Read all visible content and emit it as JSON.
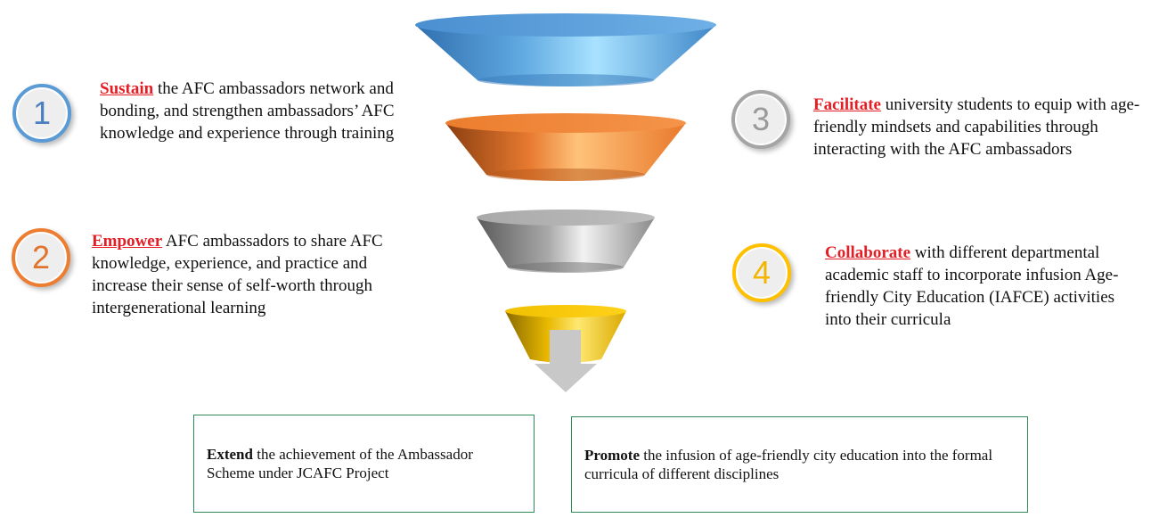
{
  "colors": {
    "keyword": "#e31e24",
    "circle_1": "#5b9bd5",
    "circle_2": "#ed7d31",
    "circle_3": "#a5a5a5",
    "circle_4": "#ffc000",
    "box_border": "#2e8b57",
    "funnel_blue": "#5fa8e0",
    "funnel_orange": "#f08a3a",
    "funnel_gray": "#b0b0b0",
    "funnel_gold": "#ffcc00",
    "arrow": "#c8c8c8"
  },
  "points": [
    {
      "number": "1",
      "keyword": "Sustain",
      "text": " the AFC ambassadors network and bonding, and strengthen ambassadors’ AFC knowledge and experience through training"
    },
    {
      "number": "2",
      "keyword": "Empower",
      "text": " AFC ambassadors to share AFC knowledge, experience, and practice and increase their sense of self-worth through intergenerational learning"
    },
    {
      "number": "3",
      "keyword": "Facilitate",
      "text": " university students to equip with age-friendly mindsets and capabilities through interacting with the AFC ambassadors"
    },
    {
      "number": "4",
      "keyword": "Collaborate",
      "text": " with different departmental academic staff to incorporate infusion Age-friendly City Education (IAFCE) activities into their curricula"
    }
  ],
  "outcomes": [
    {
      "keyword": "Extend",
      "text": " the achievement of the Ambassador Scheme under JCAFC Project"
    },
    {
      "keyword": "Promote",
      "text": " the infusion of age-friendly city education into the formal curricula of different disciplines"
    }
  ]
}
